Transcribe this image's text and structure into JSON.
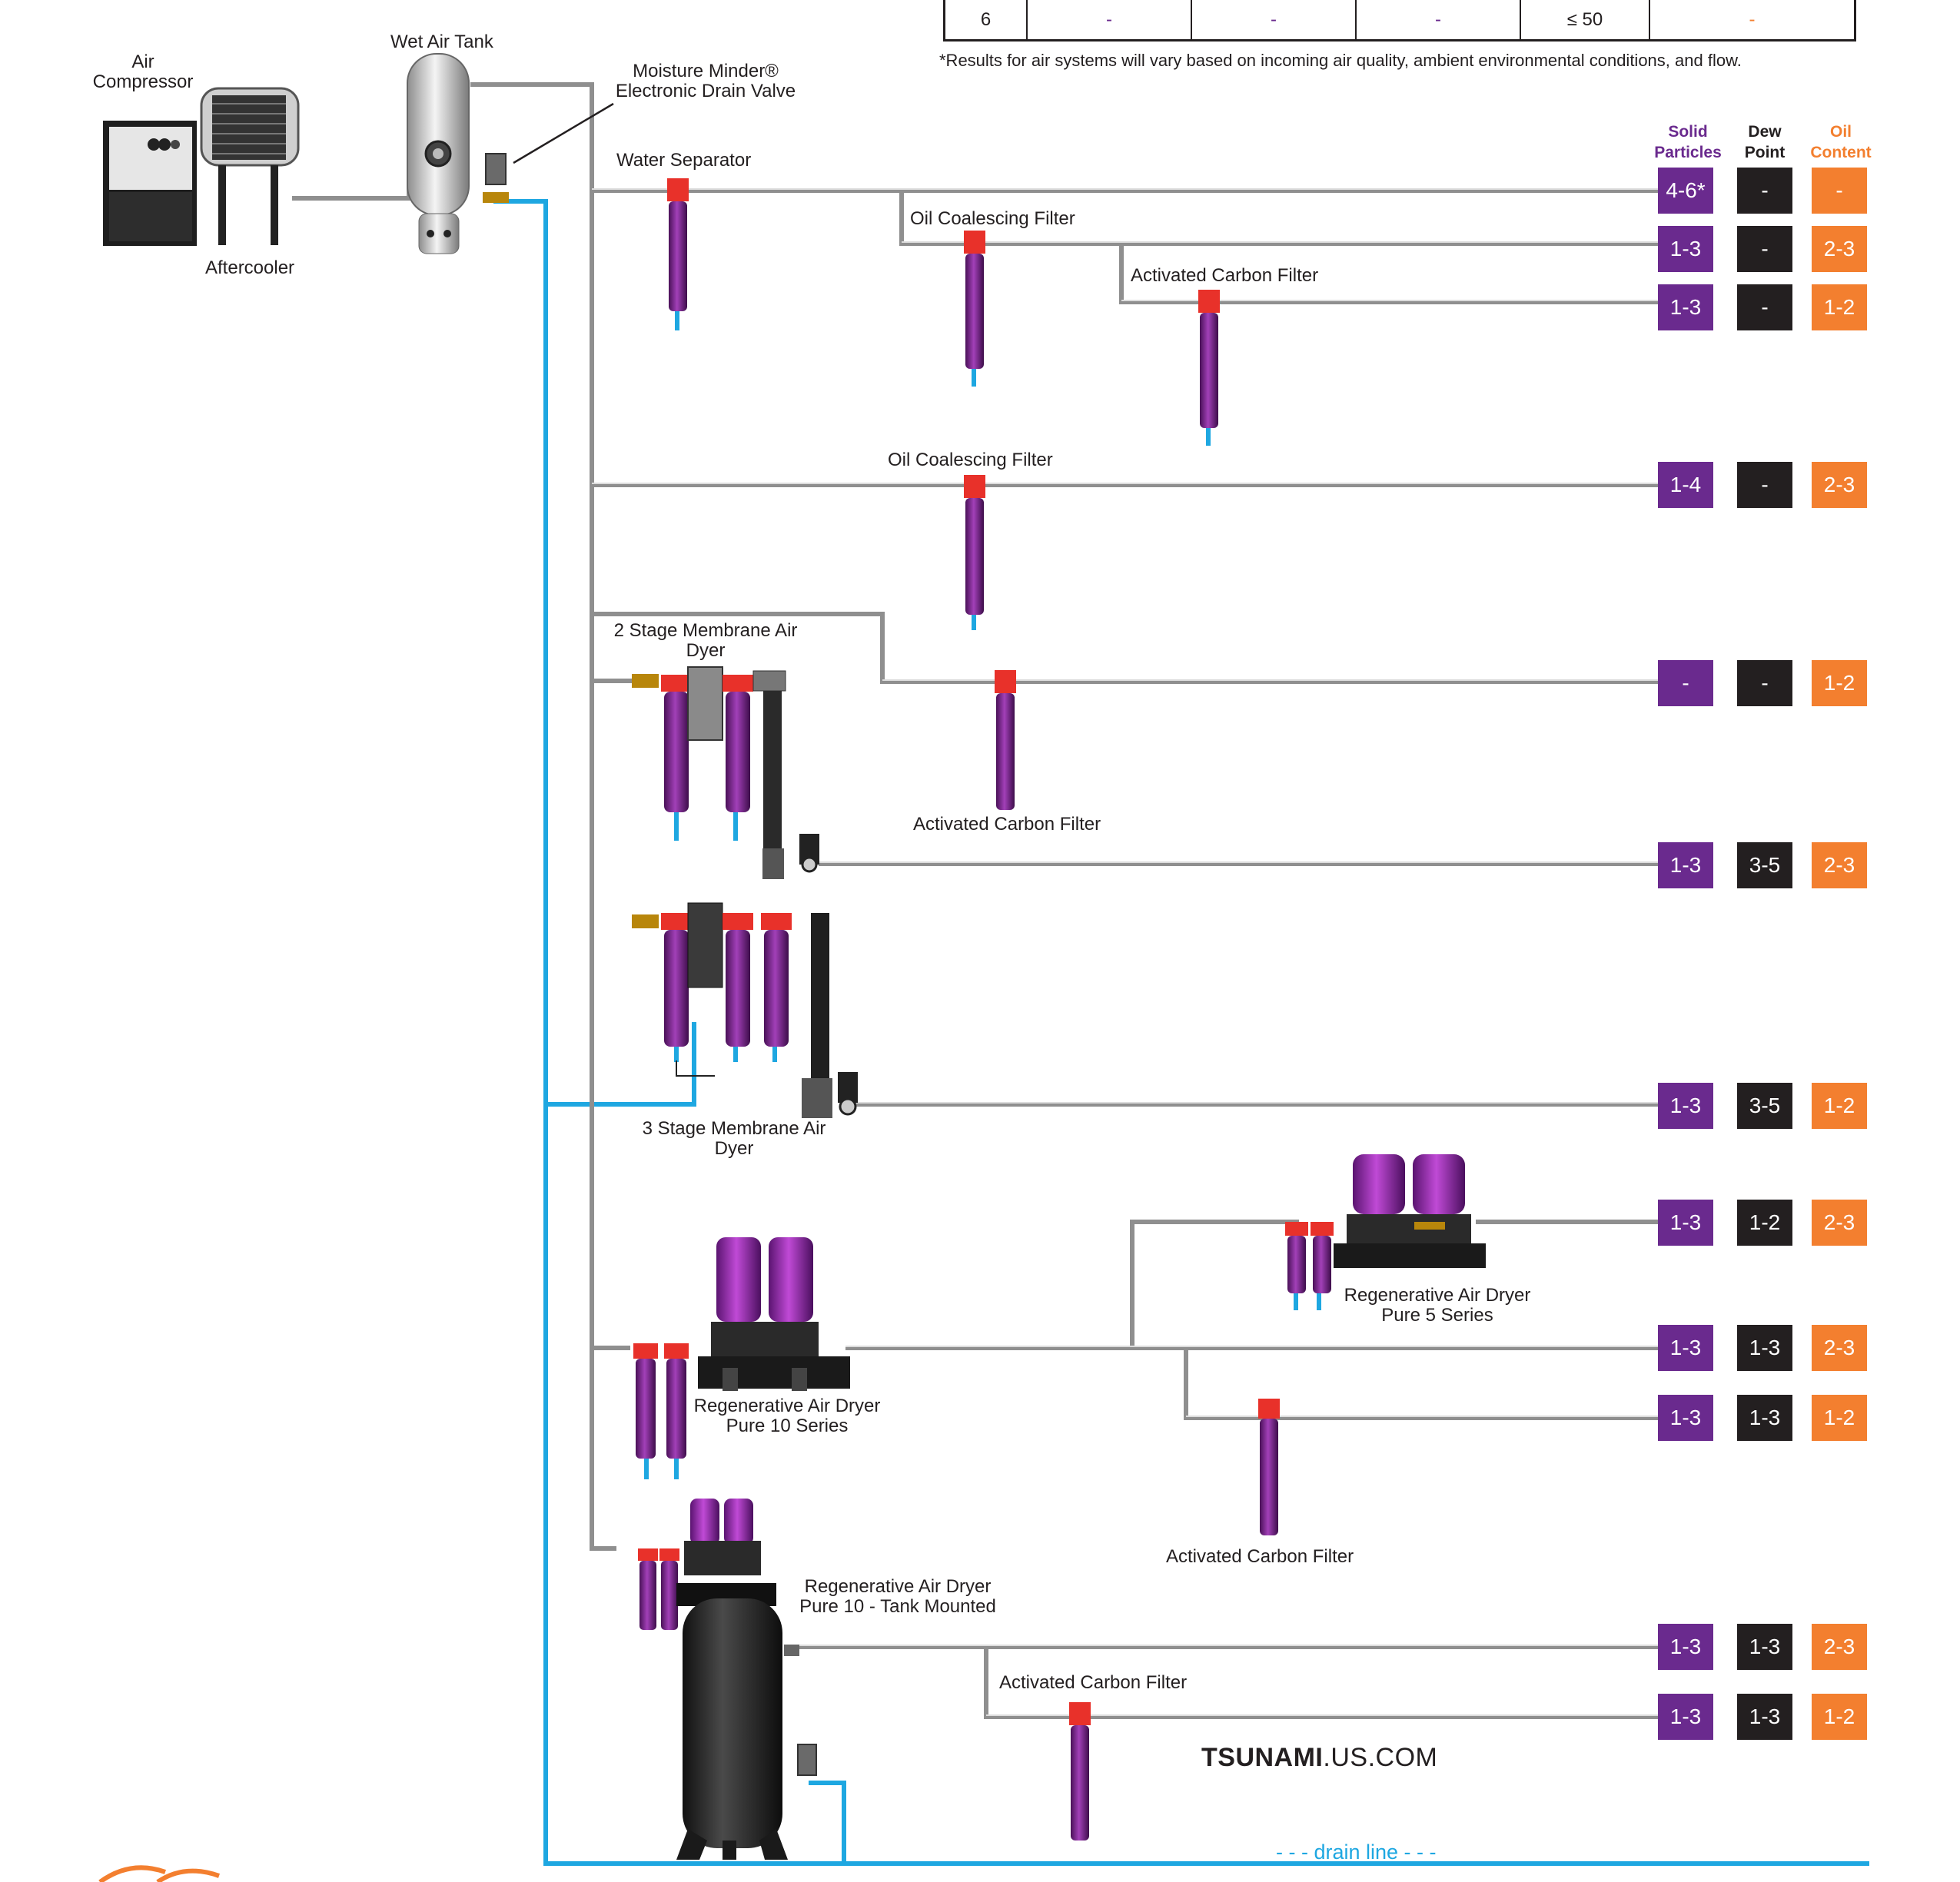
{
  "table": {
    "cells": [
      "6",
      "-",
      "-",
      "-",
      "≤ 50",
      "-"
    ],
    "cell_colors": [
      "#231f20",
      "#6a2a8e",
      "#6a2a8e",
      "#6a2a8e",
      "#231f20",
      "#f37f2f"
    ]
  },
  "footnote": "*Results for air systems will vary based on incoming air quality, ambient environmental conditions, and flow.",
  "headers": {
    "solid": "Solid Particles",
    "dew": "Dew Point",
    "oil": "Oil Content"
  },
  "labels": {
    "air_compressor": "Air Compressor",
    "aftercooler": "Aftercooler",
    "wet_air_tank": "Wet Air Tank",
    "moisture_minder": "Moisture Minder® Electronic Drain Valve",
    "water_separator": "Water Separator",
    "oil_filter_1": "Oil Coalescing Filter",
    "carbon_filter_1": "Activated Carbon Filter",
    "oil_filter_2": "Oil Coalescing Filter",
    "membrane_2": "2 Stage Membrane Air Dyer",
    "carbon_filter_2": "Activated Carbon Filter",
    "membrane_3": "3 Stage Membrane Air Dyer",
    "regen_5": "Regenerative Air Dryer Pure 5 Series",
    "regen_10": "Regenerative Air Dryer Pure 10 Series",
    "carbon_filter_3": "Activated Carbon Filter",
    "regen_tank": "Regenerative Air Dryer Pure 10 - Tank Mounted",
    "carbon_filter_4": "Activated Carbon Filter"
  },
  "results": [
    {
      "solid": "4-6*",
      "dew": "-",
      "oil": "-"
    },
    {
      "solid": "1-3",
      "dew": "-",
      "oil": "2-3"
    },
    {
      "solid": "1-3",
      "dew": "-",
      "oil": "1-2"
    },
    {
      "solid": "1-4",
      "dew": "-",
      "oil": "2-3"
    },
    {
      "solid": "-",
      "dew": "-",
      "oil": "1-2"
    },
    {
      "solid": "1-3",
      "dew": "3-5",
      "oil": "2-3"
    },
    {
      "solid": "1-3",
      "dew": "3-5",
      "oil": "1-2"
    },
    {
      "solid": "1-3",
      "dew": "1-2",
      "oil": "2-3"
    },
    {
      "solid": "1-3",
      "dew": "1-3",
      "oil": "2-3"
    },
    {
      "solid": "1-3",
      "dew": "1-3",
      "oil": "1-2"
    },
    {
      "solid": "1-3",
      "dew": "1-3",
      "oil": "2-3"
    },
    {
      "solid": "1-3",
      "dew": "1-3",
      "oil": "1-2"
    }
  ],
  "brand": {
    "bold": "TSUNAMI",
    "rest": ".US.COM"
  },
  "drain_line": "- - - drain line - - -",
  "colors": {
    "solid": "#6a2a8e",
    "dew": "#231f20",
    "oil": "#f37f2f",
    "drain": "#1ea7e1",
    "filter_body": "#7b2d8e",
    "filter_cap": "#e8312a",
    "pipe": "#9b9b9b"
  }
}
